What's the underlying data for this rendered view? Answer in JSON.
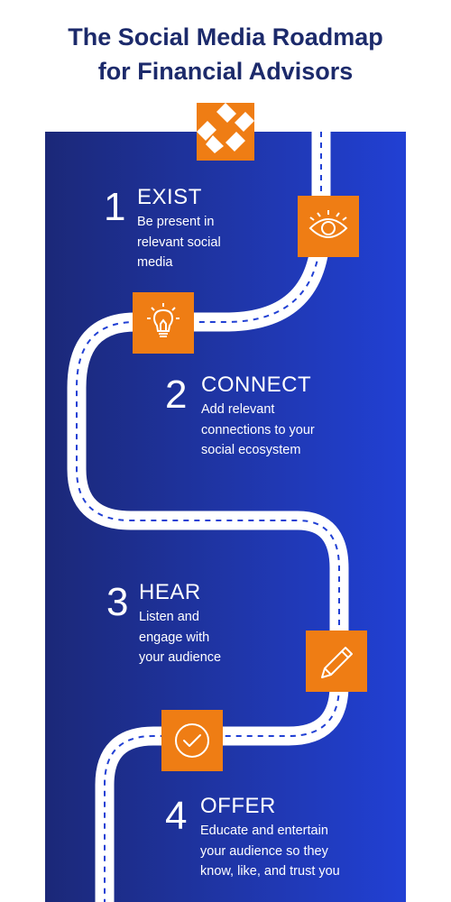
{
  "title": {
    "line1": "The Social Media Roadmap",
    "line2": "for Financial Advisors"
  },
  "colors": {
    "title": "#1c2a6b",
    "panel_left": "#1b2878",
    "panel_right": "#2140d4",
    "accent": "#ef7d14",
    "road": "#ffffff",
    "road_dash": "#2140d4"
  },
  "logo": {
    "icon": "brand-logo-icon"
  },
  "steps": [
    {
      "number": "1",
      "heading": "EXIST",
      "lines": [
        "Be present in",
        "relevant social",
        "media"
      ],
      "icon": "eye-icon"
    },
    {
      "number": "2",
      "heading": "CONNECT",
      "lines": [
        "Add relevant",
        "connections to your",
        "social ecosystem"
      ],
      "icon": "lightbulb-icon"
    },
    {
      "number": "3",
      "heading": "HEAR",
      "lines": [
        "Listen and",
        "engage with",
        "your audience"
      ],
      "icon": "pencil-icon"
    },
    {
      "number": "4",
      "heading": "OFFER",
      "lines": [
        "Educate and entertain",
        "your audience so they",
        "know, like, and trust you"
      ],
      "icon": "checkmark-circle-icon"
    }
  ]
}
